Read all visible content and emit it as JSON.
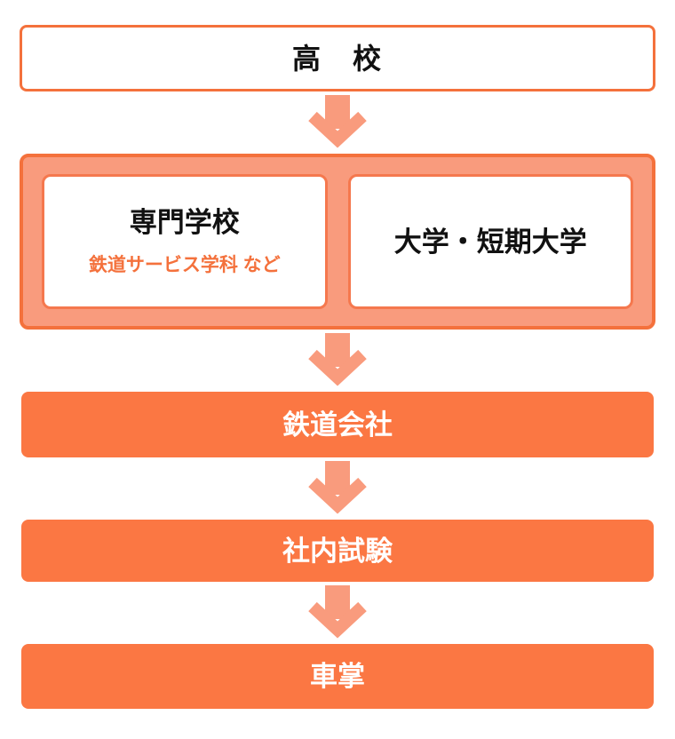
{
  "colors": {
    "outline": "#f4713c",
    "salmon": "#f99b7d",
    "bar": "#fb7743",
    "inner_border": "#f5784e",
    "subtitle": "#f4713c",
    "text_dark": "#111111",
    "text_light": "#ffffff"
  },
  "flow": {
    "top_box": {
      "label": "高　校"
    },
    "education_group": {
      "left_box": {
        "title": "専門学校",
        "subtitle": "鉄道サービス学科 など"
      },
      "right_box": {
        "title": "大学・短期大学"
      }
    },
    "steps": [
      {
        "label": "鉄道会社"
      },
      {
        "label": "社内試験"
      },
      {
        "label": "車掌"
      }
    ]
  }
}
